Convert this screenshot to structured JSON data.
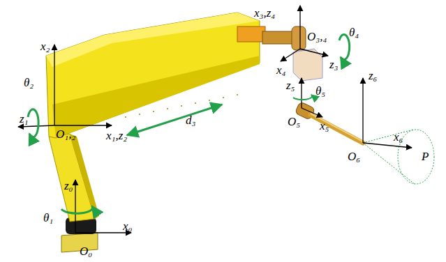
{
  "diagram": {
    "labels": [
      "z₀",
      "x₀",
      "θ₁",
      "O₀",
      "x₂",
      "θ₂",
      "z₁",
      "O₁,₂",
      "x₁,z₂",
      "d₃",
      "x₃,z₄",
      "O₃,₄",
      "θ₄",
      "z₃",
      "x₄",
      "z₅",
      "θ₅",
      "O₅",
      "x₅",
      "z₆",
      "O₆",
      "x₆",
      "P"
    ]
  }
}
